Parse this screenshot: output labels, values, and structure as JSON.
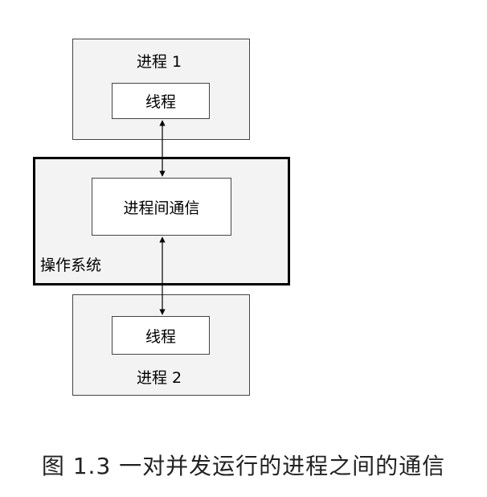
{
  "diagram": {
    "process1": {
      "title": "进程 1",
      "thread_label": "线程"
    },
    "os": {
      "label": "操作系统",
      "ipc_label": "进程间通信"
    },
    "process2": {
      "title": "进程 2",
      "thread_label": "线程"
    }
  },
  "caption": "图 1.3 一对并发运行的进程之间的通信",
  "colors": {
    "box_fill": "#f3f3f3",
    "inner_fill": "#ffffff",
    "border": "#444444",
    "os_border": "#000000"
  }
}
